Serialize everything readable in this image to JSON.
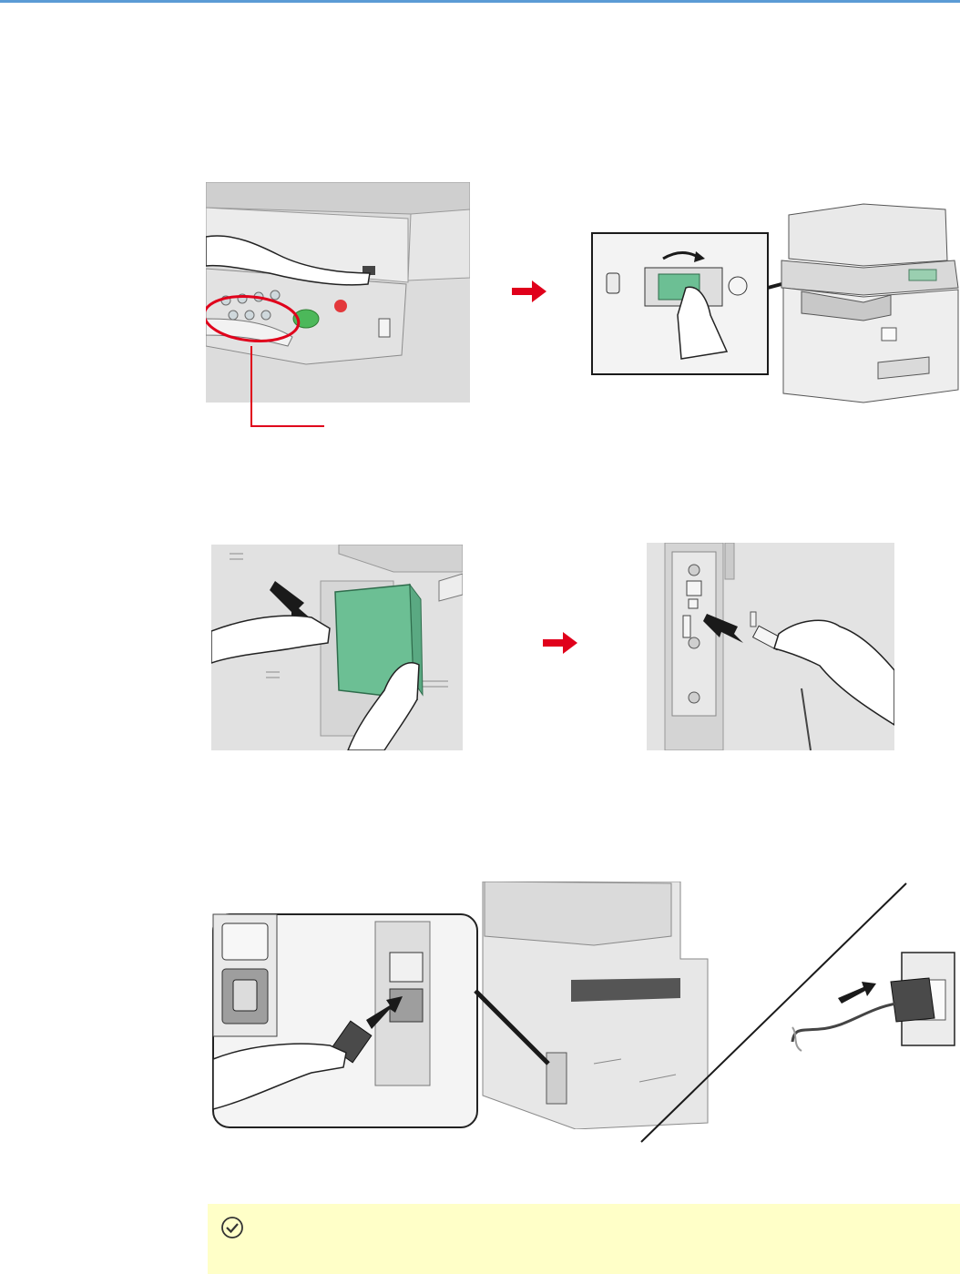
{
  "page": {
    "accent_color": "#5b9bd5",
    "note_background": "#ffffc8",
    "callout_color": "#e0001b",
    "cover_color": "#6cbf94",
    "start_key_color": "#4cb85a"
  },
  "illustrations": {
    "step1_left": {
      "icon": "operation-panel-pressing-power-key"
    },
    "step1_arrow": {
      "icon": "red-right-arrow"
    },
    "step1_right": {
      "icon": "main-power-switch-on-with-machine-overview"
    },
    "step2_left": {
      "icon": "removing-rear-interface-cover"
    },
    "step2_arrow": {
      "icon": "red-right-arrow"
    },
    "step2_right": {
      "icon": "connecting-usb-cable"
    },
    "step3_left": {
      "icon": "connecting-power-cord-to-machine"
    },
    "step3_right": {
      "icon": "plugging-power-cord-into-outlet"
    }
  },
  "note": {
    "icon": "checkmark-circle-icon"
  }
}
